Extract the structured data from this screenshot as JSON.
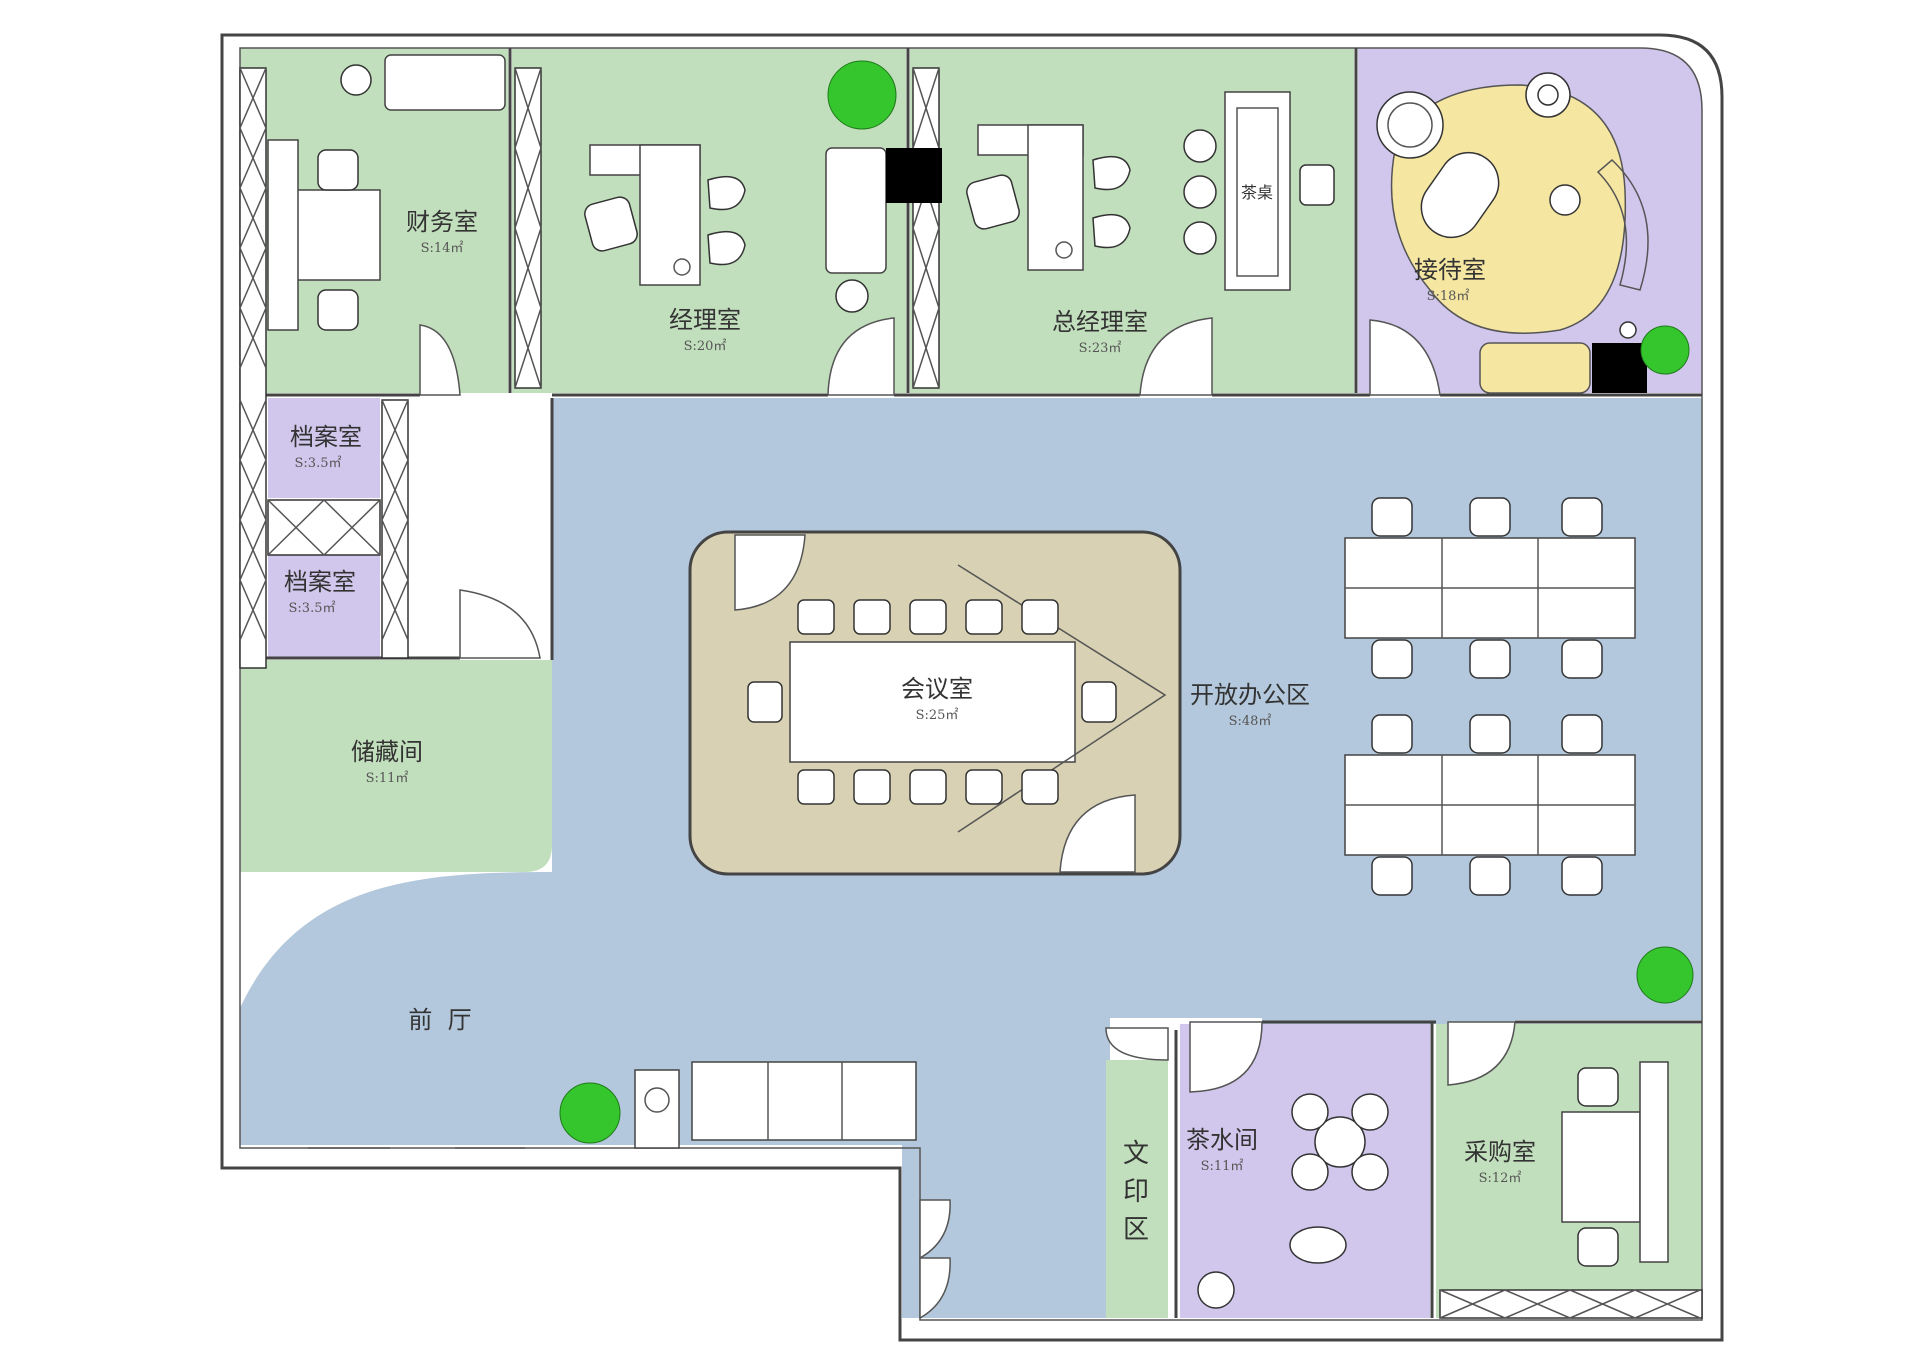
{
  "colors": {
    "green_room": "#c2dfbd",
    "purple_room": "#d1c7ec",
    "corridor_blue": "#b3c8dc",
    "meeting_tan": "#d8d1b3",
    "reception_yellow": "#f5e6a2",
    "plant_green": "#35c62e",
    "wall": "#444444"
  },
  "rooms": {
    "finance": {
      "name": "财务室",
      "area": "S:14㎡"
    },
    "manager": {
      "name": "经理室",
      "area": "S:20㎡"
    },
    "general_manager": {
      "name": "总经理室",
      "area": "S:23㎡"
    },
    "reception": {
      "name": "接待室",
      "area": "S:18㎡"
    },
    "archive_1": {
      "name": "档案室",
      "area": "S:3.5㎡"
    },
    "archive_2": {
      "name": "档案室",
      "area": "S:3.5㎡"
    },
    "storage": {
      "name": "储藏间",
      "area": "S:11㎡"
    },
    "meeting": {
      "name": "会议室",
      "area": "S:25㎡"
    },
    "open_office": {
      "name": "开放办公区",
      "area": "S:48㎡"
    },
    "lobby": {
      "name": "前  厅"
    },
    "print_area": {
      "name_chars": [
        "文",
        "印",
        "区"
      ]
    },
    "tea_room": {
      "name": "茶水间",
      "area": "S:11㎡"
    },
    "purchasing": {
      "name": "采购室",
      "area": "S:12㎡"
    }
  },
  "furniture": {
    "tea_table_label": "茶桌"
  },
  "icons": [
    "plant-icon",
    "door-swing-icon",
    "chair-icon",
    "desk-icon",
    "sofa-icon",
    "shelf-icon"
  ]
}
